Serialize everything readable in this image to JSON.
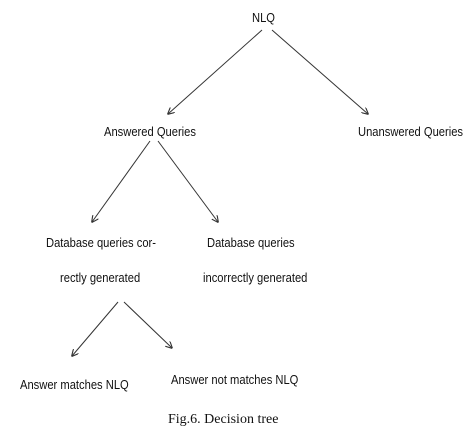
{
  "diagram": {
    "nodes": {
      "root": "NLQ",
      "answered": "Answered Queries",
      "unanswered": "Unanswered Queries",
      "correct_line1": "Database queries cor-",
      "correct_line2": "rectly generated",
      "incorrect_line1": "Database queries",
      "incorrect_line2": "incorrectly generated",
      "matches": "Answer matches NLQ",
      "not_matches": "Answer not matches NLQ"
    },
    "caption": "Fig.6. Decision tree",
    "line_color": "#333333"
  }
}
